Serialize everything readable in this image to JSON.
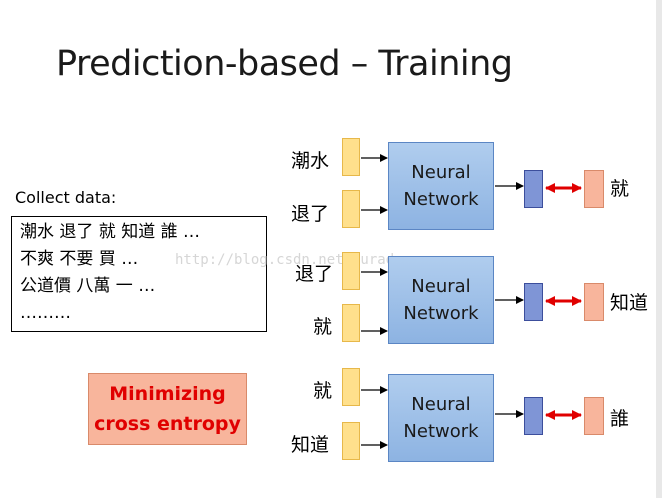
{
  "slide": {
    "title": "Prediction-based – Training",
    "collect_label": "Collect data:",
    "data_lines": [
      "潮水  退了  就  知道  誰 …",
      "不爽   不要   買 …",
      "公道價   八萬   一 …",
      "………"
    ],
    "minimize_line1": "Minimizing",
    "minimize_line2": "cross entropy",
    "watermark": "http://blog.csdn.net/ouradreamer"
  },
  "diagram": {
    "networks": [
      {
        "input1": "潮水",
        "input2": "退了",
        "nn_line1": "Neural",
        "nn_line2": "Network",
        "target": "就"
      },
      {
        "input1": "退了",
        "input2": "就",
        "nn_line1": "Neural",
        "nn_line2": "Network",
        "target": "知道"
      },
      {
        "input1": "就",
        "input2": "知道",
        "nn_line1": "Neural",
        "nn_line2": "Network",
        "target": "誰"
      }
    ]
  },
  "colors": {
    "input_fill": "#ffe08c",
    "network_fill": "#8db3e2",
    "output_fill": "#7f95d6",
    "target_fill": "#f8b59c",
    "loss_arrow": "#e00000",
    "emphasis_text": "#e00000"
  }
}
